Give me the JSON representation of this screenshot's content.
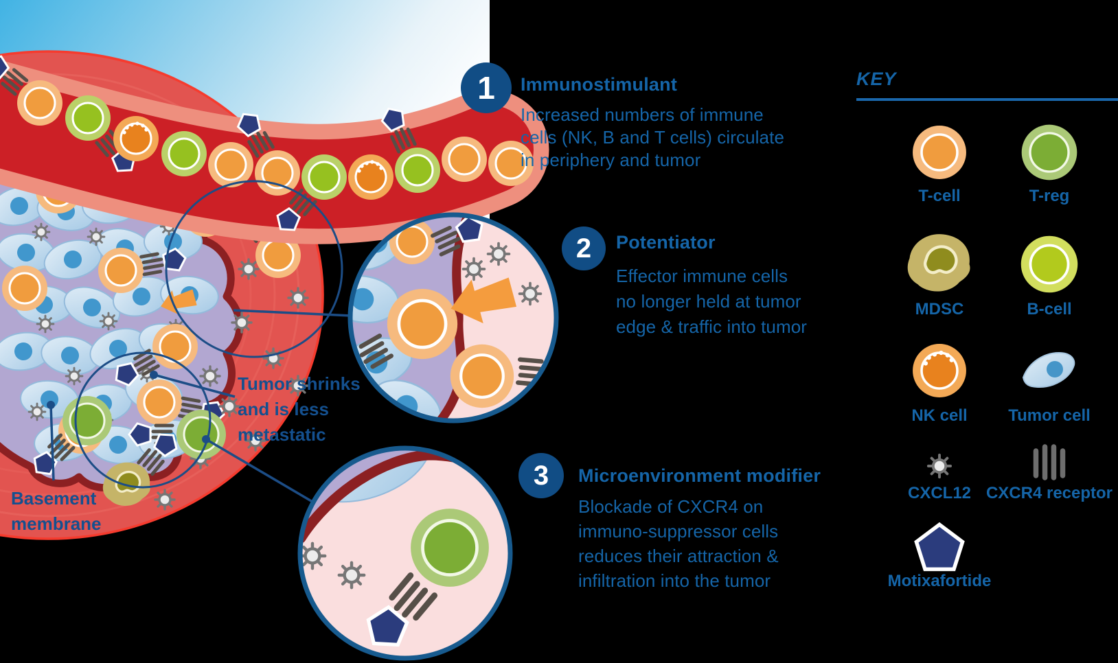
{
  "sections": [
    {
      "number": "1",
      "title": "Immunostimulant",
      "body": "Increased numbers of immune\ncells (NK, B and T cells) circulate\nin periphery and tumor"
    },
    {
      "number": "2",
      "title": "Potentiator",
      "body": "Effector immune cells\nno longer held at tumor\nedge & traffic into tumor"
    },
    {
      "number": "3",
      "title": "Microenvironment modifier",
      "body": "Blockade of CXCR4 on\nimmuno-suppressor cells\nreduces their attraction &\ninfiltration into the tumor"
    }
  ],
  "figure_labels": {
    "tumor": "Tumor shrinks\nand is less\nmetastatic",
    "basement": "Basement\nmembrane"
  },
  "key": {
    "title": "KEY",
    "items": [
      {
        "label": "T-cell",
        "icon": "t-cell"
      },
      {
        "label": "T-reg",
        "icon": "t-reg"
      },
      {
        "label": "MDSC",
        "icon": "mdsc"
      },
      {
        "label": "B-cell",
        "icon": "b-cell"
      },
      {
        "label": "NK cell",
        "icon": "nk-cell"
      },
      {
        "label": "Tumor cell",
        "icon": "tumor-cell"
      },
      {
        "label": "CXCL12",
        "icon": "cxcl12-star"
      },
      {
        "label": "CXCR4 receptor",
        "icon": "cxcr4-receptor"
      },
      {
        "label": "Motixafortide",
        "icon": "motixafortide-pentagon"
      }
    ]
  },
  "colors": {
    "text_blue": "#1565a8",
    "badge_blue": "#114d85",
    "navy_pentagon": "#2b3c7d",
    "vessel_red": "#cc2026",
    "vessel_wall": "#ee8f7e",
    "tissue_red": "#e25450",
    "tumor_matrix": "#b2a7d1",
    "membrane_maroon": "#8c2022",
    "tumor_cell_blue": "#bcd7ec",
    "t_cell_orange": "#f09c3e",
    "t_reg_green": "#7cad35",
    "b_cell_lime": "#b2ca1d",
    "mdsc_olive": "#8f8c1e",
    "nk_orange": "#e8821e",
    "cxcl12_gray": "#767676"
  }
}
